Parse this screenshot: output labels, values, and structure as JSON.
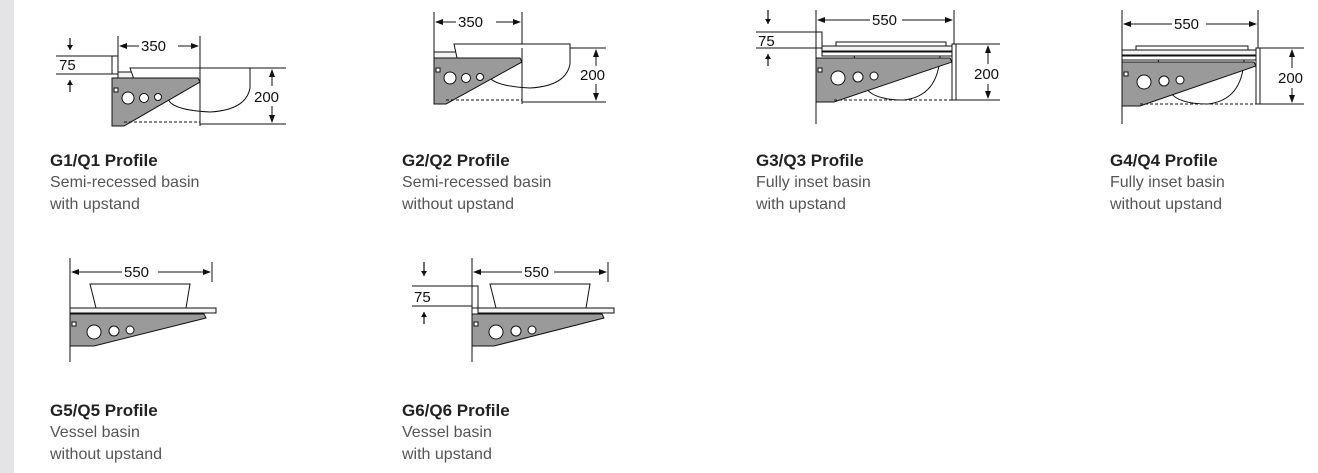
{
  "profiles": [
    {
      "title": "G1/Q1 Profile",
      "line1": "Semi-recessed basin",
      "line2": "with upstand",
      "dims": {
        "width": "350",
        "upstand": "75",
        "depth": "200"
      }
    },
    {
      "title": "G2/Q2 Profile",
      "line1": "Semi-recessed basin",
      "line2": "without upstand",
      "dims": {
        "width": "350",
        "depth": "200"
      }
    },
    {
      "title": "G3/Q3 Profile",
      "line1": "Fully inset basin",
      "line2": "with upstand",
      "dims": {
        "width": "550",
        "upstand": "75",
        "depth": "200"
      }
    },
    {
      "title": "G4/Q4 Profile",
      "line1": "Fully inset basin",
      "line2": "without upstand",
      "dims": {
        "width": "550",
        "depth": "200"
      }
    },
    {
      "title": "G5/Q5 Profile",
      "line1": "Vessel basin",
      "line2": "without upstand",
      "dims": {
        "width": "550"
      }
    },
    {
      "title": "G6/Q6 Profile",
      "line1": "Vessel basin",
      "line2": "with upstand",
      "dims": {
        "width": "550",
        "upstand": "75"
      }
    }
  ]
}
